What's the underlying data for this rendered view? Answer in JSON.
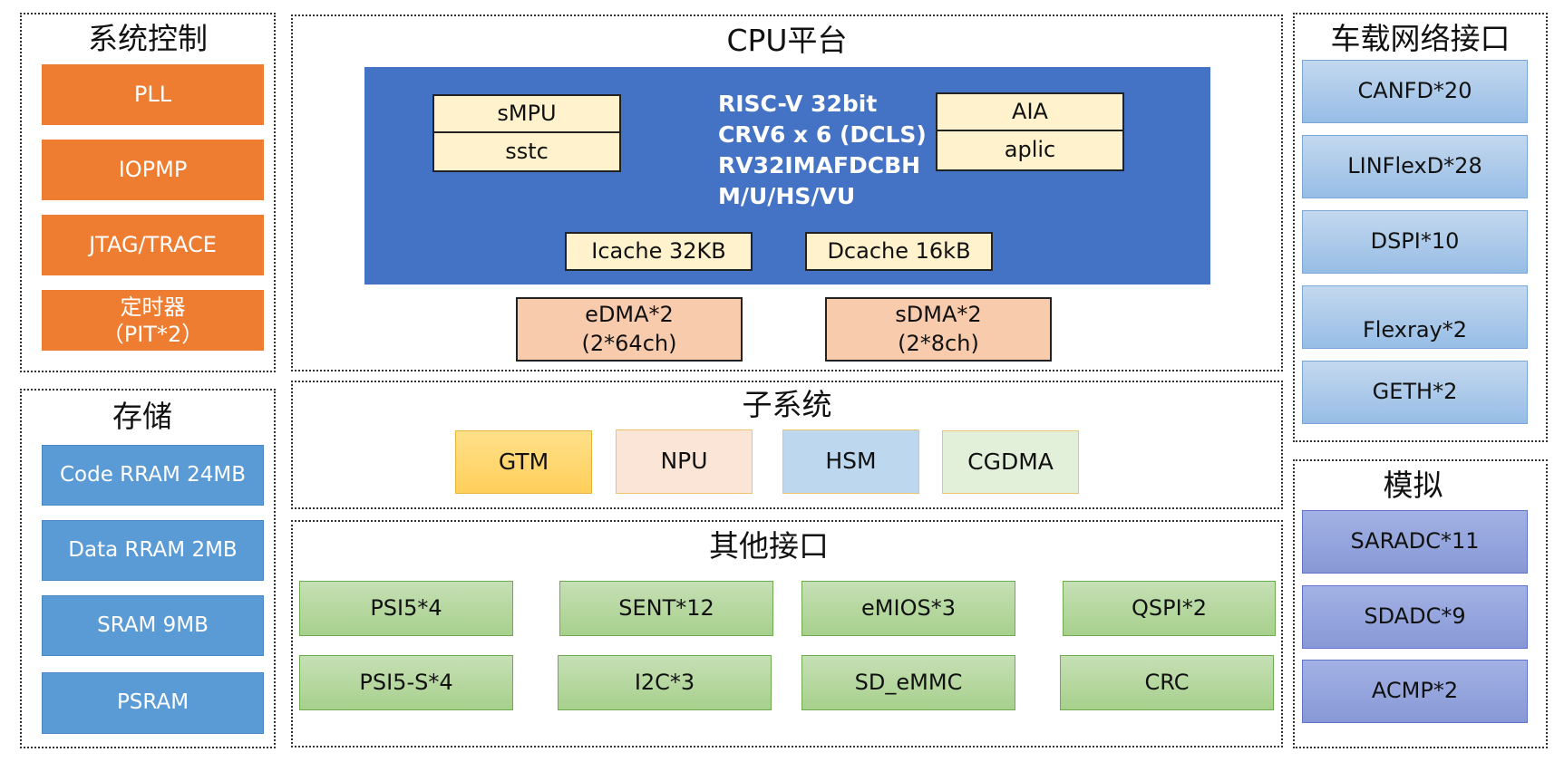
{
  "colors": {
    "orange": "#ee7d31",
    "storage_blue": "#5b9bd5",
    "cpu_blue": "#4472c4",
    "cream": "#fff2cc",
    "dma_peach": "#f8cbad",
    "green": "#a9d18e",
    "gtm_gold": "#ffd966",
    "npu_peach": "#fbe5d6",
    "hsm_blue": "#bdd7ee",
    "cgdma_green": "#e2f0d9",
    "analog_blue": "#8faadc"
  },
  "system_control": {
    "title": "系统控制",
    "items": [
      "PLL",
      "IOPMP",
      "JTAG/TRACE",
      "定时器\n（PIT*2）"
    ]
  },
  "storage": {
    "title": "存储",
    "items": [
      "Code RRAM 24MB",
      "Data RRAM 2MB",
      "SRAM 9MB",
      "PSRAM"
    ]
  },
  "cpu_platform": {
    "title": "CPU平台",
    "smpu": "sMPU",
    "sstc": "sstc",
    "aia": "AIA",
    "aplic": "aplic",
    "spec": [
      "RISC-V 32bit",
      "CRV6 x 6 (DCLS)",
      "RV32IMAFDCBH",
      "M/U/HS/VU"
    ],
    "icache": "Icache 32KB",
    "dcache": "Dcache 16kB",
    "edma": "eDMA*2\n(2*64ch)",
    "sdma": "sDMA*2\n(2*8ch)"
  },
  "subsystem": {
    "title": "子系统",
    "items": [
      "GTM",
      "NPU",
      "HSM",
      "CGDMA"
    ]
  },
  "other_interfaces": {
    "title": "其他接口",
    "row1": [
      "PSI5*4",
      "SENT*12",
      "eMIOS*3",
      "QSPI*2"
    ],
    "row2": [
      "PSI5-S*4",
      "I2C*3",
      "SD_eMMC",
      "CRC"
    ]
  },
  "vehicle_network": {
    "title": "车载网络接口",
    "items": [
      "CANFD*20",
      "LINFlexD*28",
      "DSPI*10",
      "Flexray*2",
      "GETH*2"
    ]
  },
  "analog": {
    "title": "模拟",
    "items": [
      "SARADC*11",
      "SDADC*9",
      "ACMP*2"
    ]
  }
}
